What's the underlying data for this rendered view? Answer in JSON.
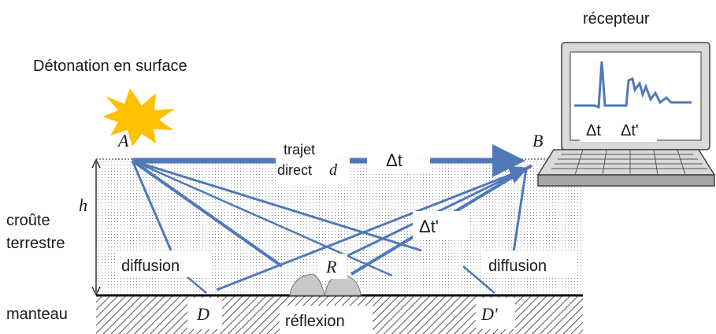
{
  "title": "Détonation en surface",
  "receiver_label": "récepteur",
  "points": {
    "A": "A",
    "B": "B",
    "D": "D",
    "D_prime": "D'",
    "R": "R",
    "h": "h"
  },
  "layers": {
    "crust_line1": "croûte",
    "crust_line2": "terrestre",
    "mantle": "manteau"
  },
  "direct_path": {
    "line1": "trajet",
    "line2_prefix": "direct",
    "line2_var": "d",
    "delta_t": "Δt"
  },
  "delta_t_prime": "Δt'",
  "scattering_left": "diffusion",
  "scattering_right": "diffusion",
  "reflection": "réflexion",
  "screen": {
    "delta_t": "Δt",
    "delta_t_prime": "Δt'"
  },
  "colors": {
    "ray": "#4f79b8",
    "explosion": "#ffc000",
    "crust_dots": "#8c8c8c",
    "mantle_hatch": "#555555"
  }
}
